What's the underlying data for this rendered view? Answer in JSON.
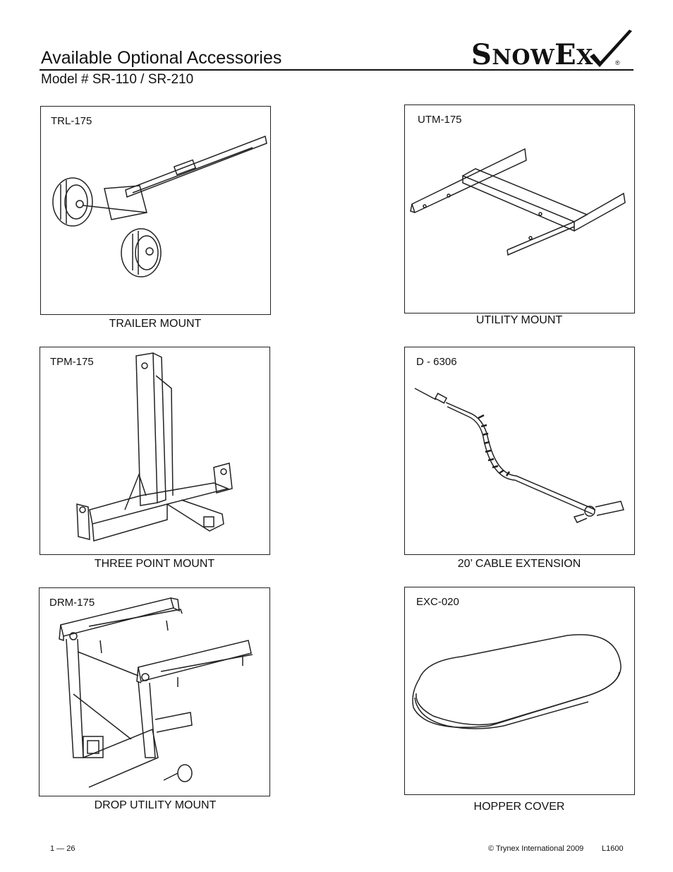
{
  "header": {
    "title": "Available Optional Accessories",
    "subtitle": "Model # SR-110 / SR-210",
    "logo": {
      "text_large_1": "S",
      "text_small_1": "NOW",
      "text_large_2": "E",
      "text_small_2": "X",
      "registered": "®"
    }
  },
  "accessories": [
    {
      "code": "TRL-175",
      "caption": "TRAILER MOUNT",
      "icon": "trailer-wheels"
    },
    {
      "code": "UTM-175",
      "caption": "UTILITY MOUNT",
      "icon": "utility-frame"
    },
    {
      "code": "TPM-175",
      "caption": "THREE POINT MOUNT",
      "icon": "three-point-hitch"
    },
    {
      "code": "D - 6306",
      "caption": "20’ CABLE EXTENSION",
      "icon": "cable"
    },
    {
      "code": "DRM-175",
      "caption": "DROP UTILITY MOUNT",
      "icon": "drop-hitch"
    },
    {
      "code": "EXC-020",
      "caption": "HOPPER COVER",
      "icon": "hopper-lid"
    }
  ],
  "footer": {
    "page": "1 — 26",
    "copyright": "© Trynex International 2009",
    "doc_code": "L1600"
  }
}
